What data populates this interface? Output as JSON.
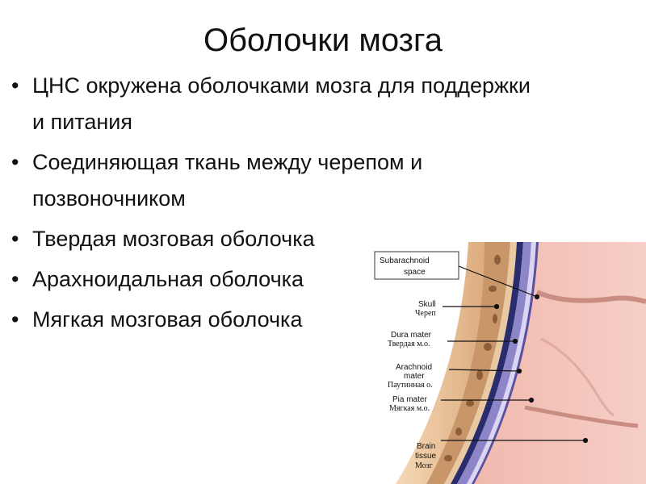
{
  "slide": {
    "title": "Оболочки мозга",
    "bullets": [
      "ЦНС окружена оболочками мозга для поддержки и питания",
      "Соединяющая ткань между черепом и позвоночником",
      "Твердая мозговая оболочка",
      "Арахноидальная оболочка",
      "Мягкая мозговая оболочка"
    ]
  },
  "figure": {
    "labels": {
      "subarachnoid_1": "Subarachnoid",
      "subarachnoid_2": "space",
      "skull_en": "Skull",
      "skull_ru": "Череп",
      "dura_en": "Dura mater",
      "dura_ru": "Твердая м.о.",
      "arachnoid_en_1": "Arachnoid",
      "arachnoid_en_2": "mater",
      "arachnoid_ru": "Паутинная о.",
      "pia_en": "Pia mater",
      "pia_ru": "Мягкая м.о.",
      "brain_en_1": "Brain",
      "brain_en_2": "tissue",
      "brain_ru": "Мозг"
    }
  }
}
